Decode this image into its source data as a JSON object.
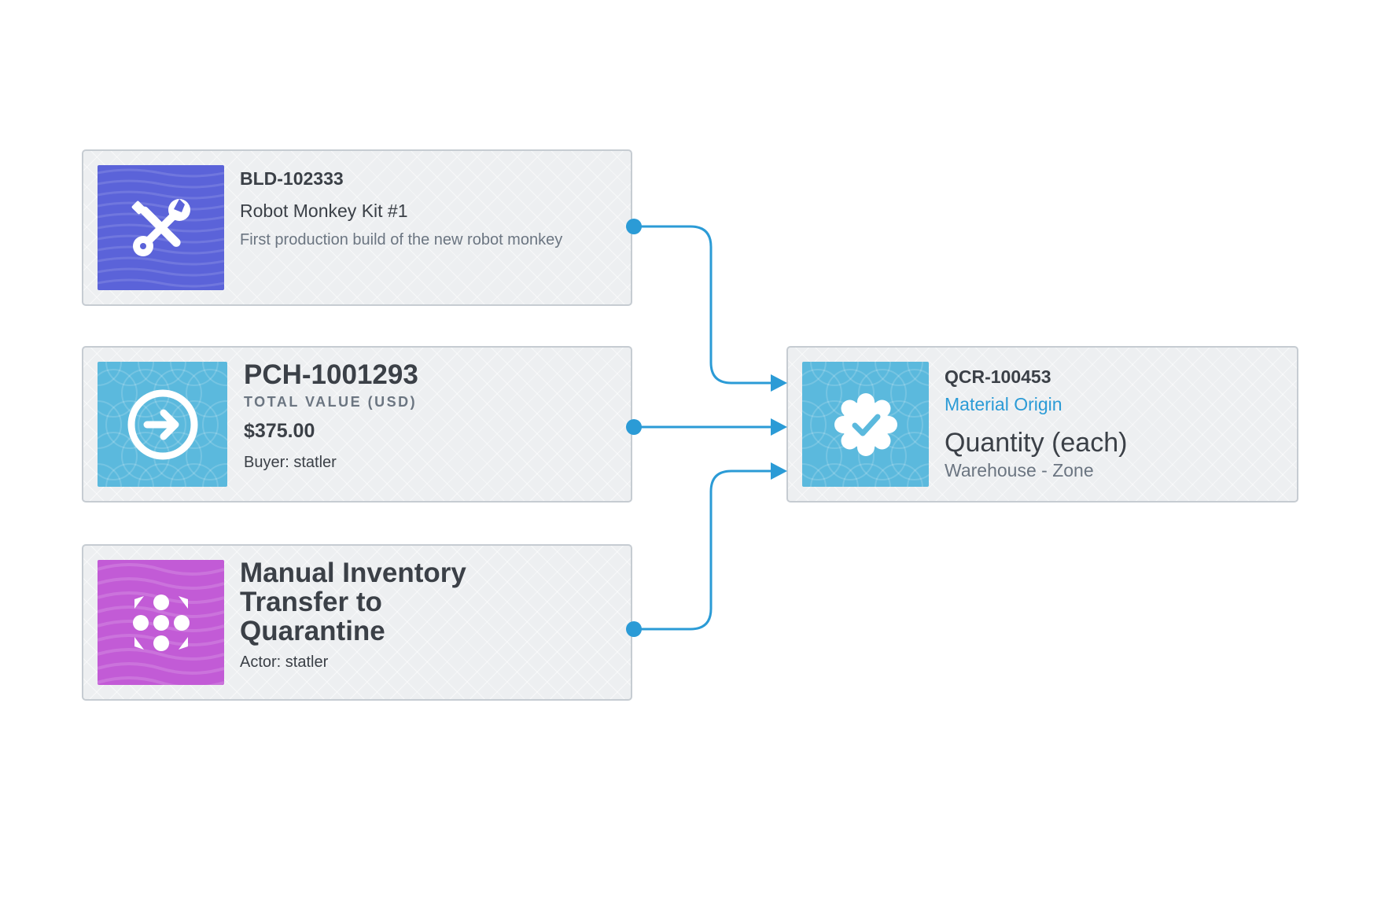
{
  "build": {
    "id": "BLD-102333",
    "name": "Robot Monkey Kit #1",
    "description": "First production build of the new robot monkey",
    "icon": "tools-icon",
    "color": "#5b63d9"
  },
  "purchase": {
    "id": "PCH-1001293",
    "value_caption": "TOTAL VALUE (USD)",
    "value": "$375.00",
    "buyer": "Buyer: statler",
    "icon": "arrow-right-circle-icon",
    "color": "#5bb9dd"
  },
  "transfer": {
    "title": "Manual Inventory Transfer to Quarantine",
    "actor": "Actor: statler",
    "icon": "dots-grid-icon",
    "color": "#c25bd6"
  },
  "quality": {
    "id": "QCR-100453",
    "link": "Material Origin",
    "quantity": "Quantity (each)",
    "location": "Warehouse - Zone",
    "icon": "verified-badge-icon",
    "color": "#5bb9dd"
  },
  "connector_color": "#2b9bd6"
}
